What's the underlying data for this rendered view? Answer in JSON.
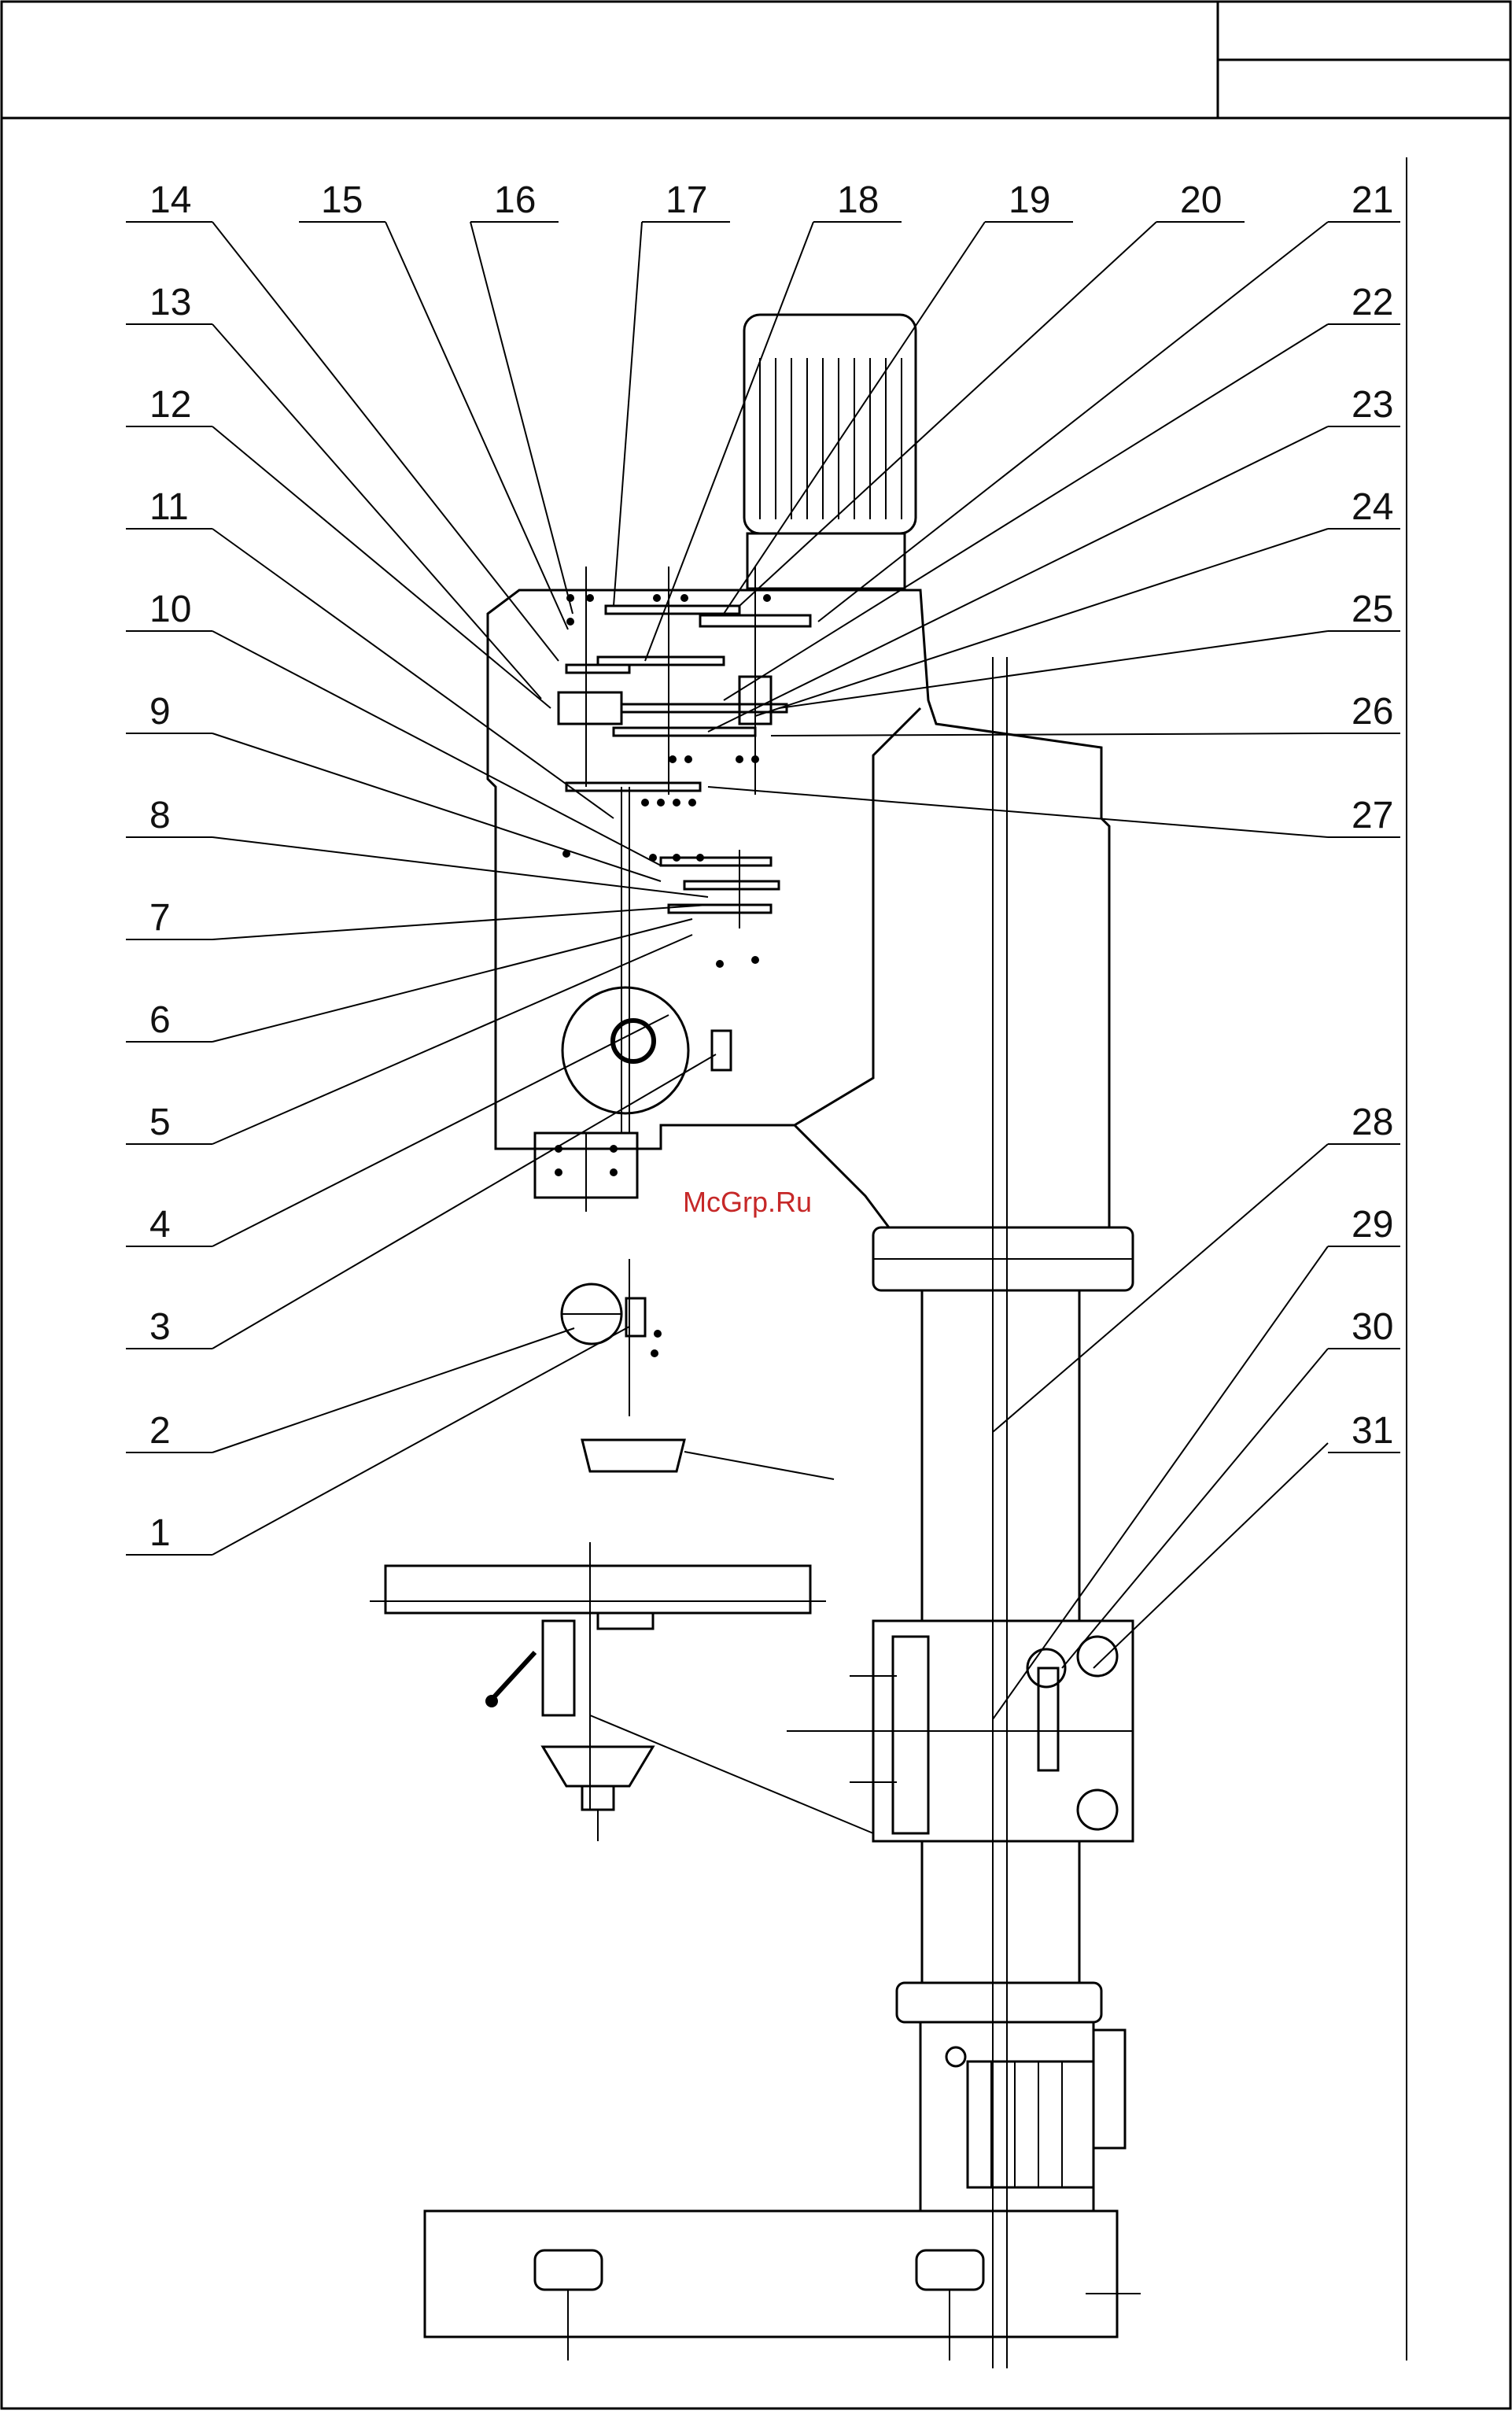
{
  "diagram": {
    "watermark": "McGrp.Ru",
    "callouts_left": [
      "14",
      "13",
      "12",
      "11",
      "10",
      "9",
      "8",
      "7",
      "6",
      "5",
      "4",
      "3",
      "2",
      "1"
    ],
    "callouts_top": [
      "14",
      "15",
      "16",
      "17",
      "18",
      "19",
      "20",
      "21"
    ],
    "callouts_right": [
      "21",
      "22",
      "23",
      "24",
      "25",
      "26",
      "27",
      "28",
      "29",
      "30",
      "31"
    ]
  }
}
